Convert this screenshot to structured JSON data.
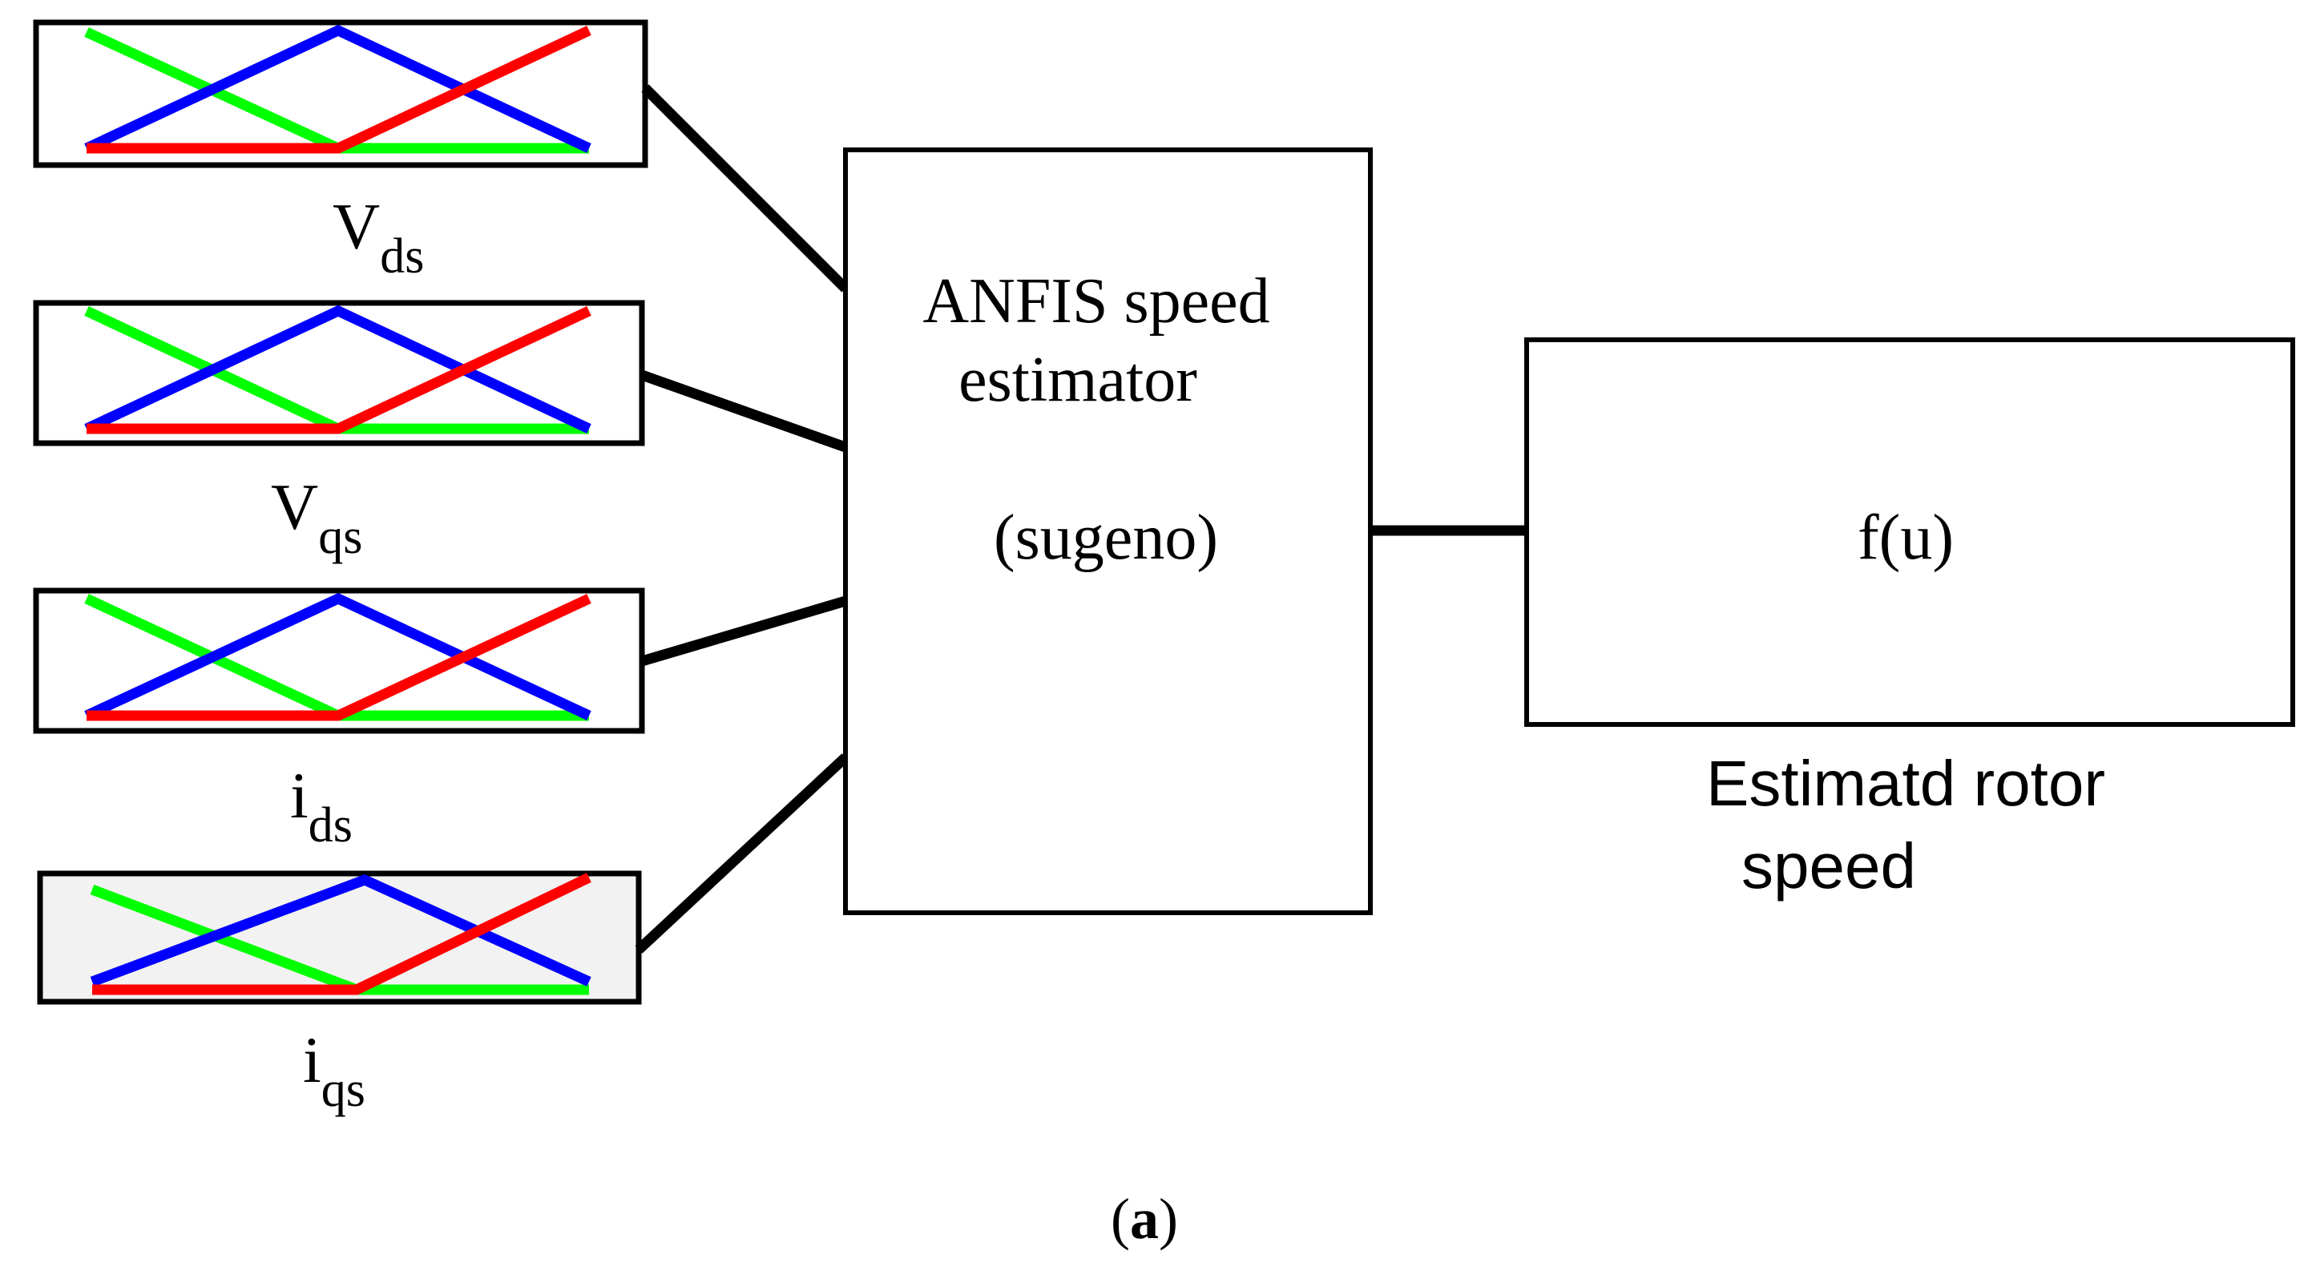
{
  "inputs": [
    {
      "main": "V",
      "sub": "ds",
      "background": "#ffffff"
    },
    {
      "main": "V",
      "sub": "qs",
      "background": "#ffffff"
    },
    {
      "main": "i",
      "sub": "ds",
      "background": "#ffffff"
    },
    {
      "main": "i",
      "sub": "qs",
      "background": "#f2f2f2"
    }
  ],
  "membership_colors": {
    "low": "#00ff00",
    "mid": "#0000ff",
    "high": "#ff0000"
  },
  "anfis_block": {
    "title_line1": "ANFIS speed",
    "title_line2": "estimator",
    "type": "(sugeno)"
  },
  "output_block": {
    "label": "f(u)",
    "caption_line1": "Estimatd rotor",
    "caption_line2": "speed"
  },
  "panel_label": {
    "open": "(",
    "letter": "a",
    "close": ")"
  }
}
